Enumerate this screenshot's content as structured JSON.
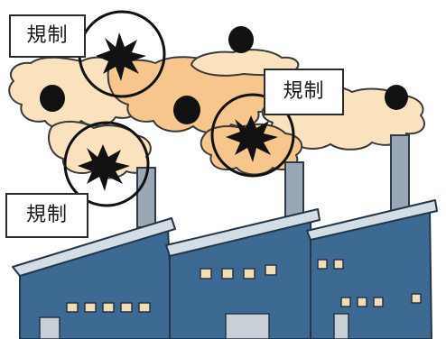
{
  "labels": [
    "規制",
    "規制",
    "規制"
  ],
  "colors": {
    "smoke_light": "#fbe2bf",
    "smoke_orange": "#f7c68c",
    "smoke_outline": "#3a3a3a",
    "factory_blue": "#3d6a93",
    "factory_roof": "#d3dde6",
    "chimney": "#9aa8b5",
    "window": "#f4dcb3",
    "door": "#c9cfd6",
    "particle": "#111111"
  }
}
